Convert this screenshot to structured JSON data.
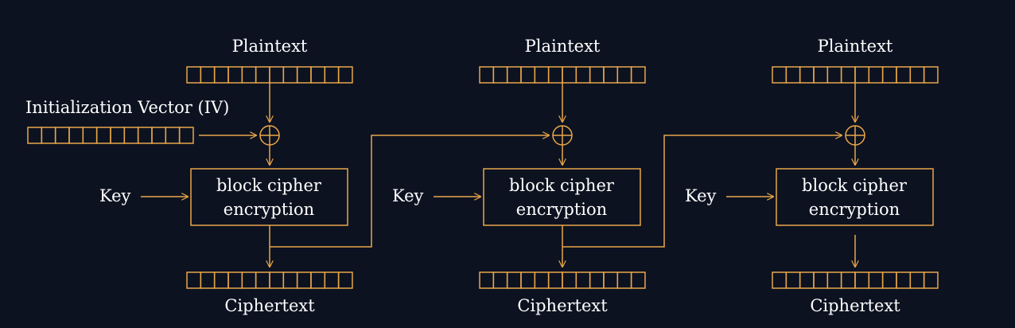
{
  "colors": {
    "background": "#0d1220",
    "stroke": "#e8a64a",
    "text": "#ffffff"
  },
  "iv_label": "Initialization Vector (IV)",
  "stages": [
    {
      "plaintext_label": "Plaintext",
      "key_label": "Key",
      "cipher_line1": "block cipher",
      "cipher_line2": "encryption",
      "ciphertext_label": "Ciphertext"
    },
    {
      "plaintext_label": "Plaintext",
      "key_label": "Key",
      "cipher_line1": "block cipher",
      "cipher_line2": "encryption",
      "ciphertext_label": "Ciphertext"
    },
    {
      "plaintext_label": "Plaintext",
      "key_label": "Key",
      "cipher_line1": "block cipher",
      "cipher_line2": "encryption",
      "ciphertext_label": "Ciphertext"
    }
  ]
}
